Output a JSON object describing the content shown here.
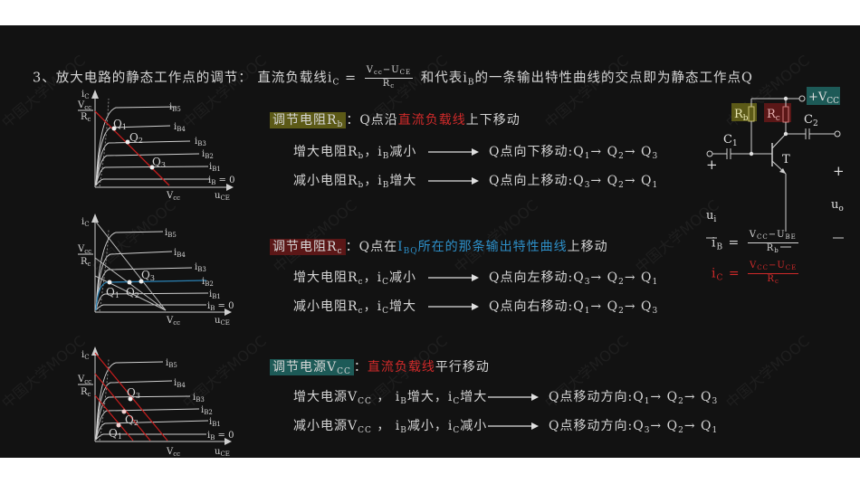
{
  "title": {
    "prefix": "3、放大电路的静态工作点的调节：  直流负载线",
    "ic_symbol": "i",
    "ic_sub": "C",
    "equals": " = ",
    "frac_num": "V",
    "frac_num_sub1": "cc",
    "frac_num_mid": "−U",
    "frac_num_sub2": "CE",
    "frac_den": "R",
    "frac_den_sub": "c",
    "middle": " 和代表",
    "ib_symbol": "i",
    "ib_sub": "B",
    "suffix": "的一条输出特性曲线的交点即为静态工作点Q"
  },
  "sections": [
    {
      "heading_label": "调节电阻R",
      "heading_sub": "b",
      "heading_colon": "：",
      "heading_rest_1": "Q点沿",
      "heading_colored": "直流负载线",
      "heading_rest_2": "上下移动",
      "highlight_color": "#5c5a17",
      "rows": [
        {
          "cond": "增大电阻R",
          "cond_sub": "b",
          "cond_2": "，i",
          "cond_sub2": "B",
          "cond_3": "减小",
          "result": "Q点向下移动:",
          "seq": [
            "Q",
            "1",
            "→ Q",
            "2",
            "→ Q",
            "3"
          ]
        },
        {
          "cond": "减小电阻R",
          "cond_sub": "b",
          "cond_2": "，i",
          "cond_sub2": "B",
          "cond_3": "增大",
          "result": "Q点向上移动:",
          "seq": [
            "Q",
            "3",
            "→ Q",
            "2",
            "→ Q",
            "1"
          ]
        }
      ]
    },
    {
      "heading_label": "调节电阻R",
      "heading_sub": "c",
      "heading_colon": "：",
      "heading_rest_1": "Q点在",
      "heading_colored_main": "I",
      "heading_colored_sub": "BQ",
      "heading_colored": "所在的那条输出特性曲线",
      "heading_rest_2": "上移动",
      "highlight_color": "#5b1717",
      "rows": [
        {
          "cond": "增大电阻R",
          "cond_sub": "c",
          "cond_2": "，i",
          "cond_sub2": "C",
          "cond_3": "减小",
          "result": "Q点向左移动:",
          "seq": [
            "Q",
            "3",
            "→ Q",
            "2",
            "→ Q",
            "1"
          ]
        },
        {
          "cond": "减小电阻R",
          "cond_sub": "c",
          "cond_2": "，i",
          "cond_sub2": "C",
          "cond_3": "增大",
          "result": "Q点向右移动:",
          "seq": [
            "Q",
            "1",
            "→ Q",
            "2",
            "→ Q",
            "3"
          ]
        }
      ]
    },
    {
      "heading_label": "调节电源V",
      "heading_sub": "CC",
      "heading_colon": "：",
      "heading_colored": "直流负载线",
      "heading_rest_2": "平行移动",
      "highlight_color": "#1d5a57",
      "rows": [
        {
          "cond": "增大电源V",
          "cond_sub": "CC",
          "cond_2": " ， i",
          "cond_sub2": "B",
          "cond_3": "增大，i",
          "cond_sub3": "C",
          "cond_4": "增大",
          "result": "Q点移动方向:",
          "seq": [
            "Q",
            "1",
            "→ Q",
            "2",
            "→ Q",
            "3"
          ]
        },
        {
          "cond": "减小电源V",
          "cond_sub": "CC",
          "cond_2": " ， i",
          "cond_sub2": "B",
          "cond_3": "减小，i",
          "cond_sub3": "C",
          "cond_4": "减小",
          "result": "Q点移动方向:",
          "seq": [
            "Q",
            "3",
            "→ Q",
            "2",
            "→ Q",
            "1"
          ]
        }
      ]
    }
  ],
  "graphs": {
    "y_label": "i",
    "y_label_sub": "C",
    "y_intercept_num": "V",
    "y_intercept_num_sub": "cc",
    "y_intercept_den": "R",
    "y_intercept_den_sub": "c",
    "x_label": "u",
    "x_label_sub": "CE",
    "x_intercept": "V",
    "x_intercept_sub": "cc",
    "curve_labels": [
      {
        "main": "i",
        "sub": "B5"
      },
      {
        "main": "i",
        "sub": "B4"
      },
      {
        "main": "i",
        "sub": "B3"
      },
      {
        "main": "i",
        "sub": "B2"
      },
      {
        "main": "i",
        "sub": "B1"
      },
      {
        "main": "i",
        "sub": "B",
        "tail": " = 0"
      }
    ],
    "q_labels": [
      {
        "main": "Q",
        "sub": "1"
      },
      {
        "main": "Q",
        "sub": "2"
      },
      {
        "main": "Q",
        "sub": "3"
      }
    ],
    "load_line_color": "#c81e1e",
    "ibq_curve_color": "#2a7fb0"
  },
  "circuit": {
    "vcc_label": "+V",
    "vcc_sub": "CC",
    "rb_label": "R",
    "rb_sub": "b",
    "rc_label": "R",
    "rc_sub": "c",
    "c1_label": "C",
    "c1_sub": "1",
    "c2_label": "C",
    "c2_sub": "2",
    "transistor_label": "T",
    "plus": "+",
    "minus": "−",
    "ui_label": "u",
    "ui_sub": "i",
    "uo_label": "u",
    "uo_sub": "o",
    "colors": {
      "vcc_bg": "#1d5a57",
      "rb_bg": "#5c5a17",
      "rc_bg": "#5b1717"
    }
  },
  "formulas": {
    "ib": {
      "lhs": "i",
      "lhs_sub": "B",
      "num": "V",
      "num_sub1": "CC",
      "num_mid": "−U",
      "num_sub2": "BE",
      "den": "R",
      "den_sub": "b"
    },
    "ic": {
      "lhs": "i",
      "lhs_sub": "C",
      "num": "V",
      "num_sub1": "CC",
      "num_mid": "−U",
      "num_sub2": "CE",
      "den": "R",
      "den_sub": "c",
      "color": "#d02a2a"
    }
  },
  "watermark": "中国大学MOOC"
}
